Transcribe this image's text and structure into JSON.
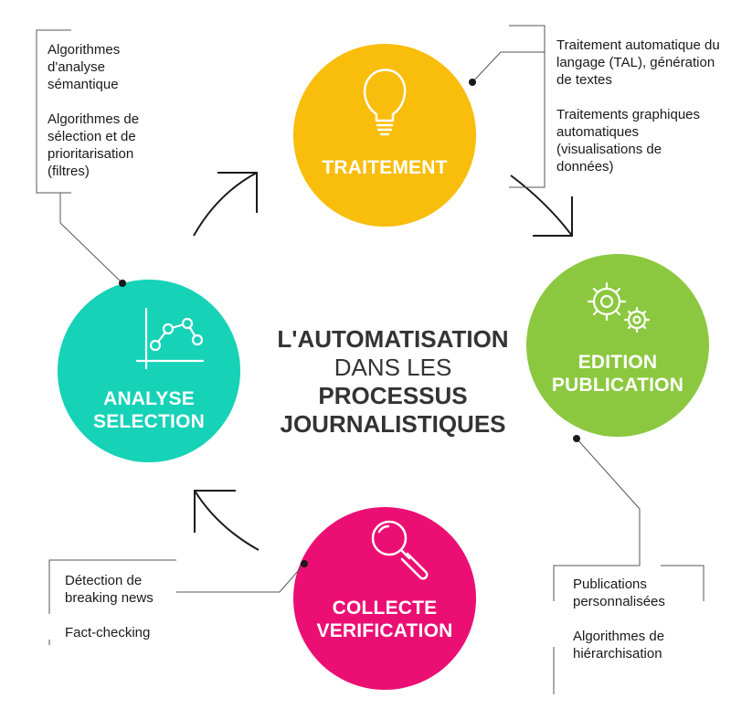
{
  "center": {
    "line1": "L'AUTOMATISATION",
    "line2_light": "DANS LES ",
    "line2_bold": "PROCESSUS",
    "line3": "JOURNALISTIQUES"
  },
  "stages": [
    {
      "id": "traitement",
      "color": "#f9bd0c",
      "icon": "lightbulb-icon",
      "lines": [
        "TRAITEMENT"
      ]
    },
    {
      "id": "edition",
      "color": "#8cc83f",
      "icon": "gears-icon",
      "lines": [
        "EDITION",
        "PUBLICATION"
      ]
    },
    {
      "id": "collecte",
      "color": "#ec0f73",
      "icon": "magnifier-icon",
      "lines": [
        "COLLECTE",
        "VERIFICATION"
      ]
    },
    {
      "id": "analyse",
      "color": "#16d2b7",
      "icon": "line-chart-icon",
      "lines": [
        "ANALYSE",
        "SELECTION"
      ]
    }
  ],
  "notes": {
    "analyse": [
      "Algorithmes d'analyse sémantique",
      "Algorithmes de sélection et de prioritarisation (filtres)"
    ],
    "traitement": [
      "Traitement automatique du langage (TAL), génération de textes",
      "Traitements graphiques automatiques (visualisations de données)"
    ],
    "edition": [
      "Publications personnalisées",
      "Algorithmes de hiérarchisation"
    ],
    "collecte": [
      "Détection de breaking news",
      "Fact-checking"
    ]
  }
}
